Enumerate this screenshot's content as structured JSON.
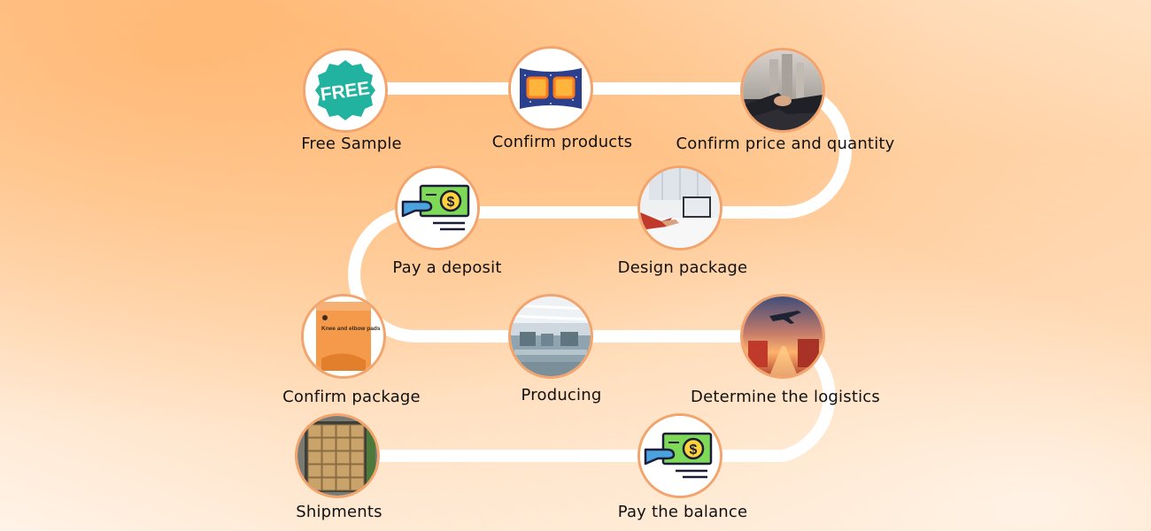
{
  "steps": [
    {
      "label": "Free Sample",
      "badge": "FREE",
      "icon": "free-badge-icon"
    },
    {
      "label": "Confirm products",
      "icon": "heat-pad-product-icon"
    },
    {
      "label": "Confirm price and quantity",
      "icon": "handshake-photo"
    },
    {
      "label": "Design package",
      "icon": "laptop-desk-photo"
    },
    {
      "label": "Pay a deposit",
      "icon": "hand-money-icon"
    },
    {
      "label": "Confirm package",
      "package_text": "Knee and elbow pads",
      "icon": "package-photo"
    },
    {
      "label": "Producing",
      "icon": "factory-photo"
    },
    {
      "label": "Determine the logistics",
      "icon": "airplane-logistics-photo"
    },
    {
      "label": "Pay the balance",
      "icon": "hand-money-icon"
    },
    {
      "label": "Shipments",
      "icon": "container-cargo-photo"
    }
  ],
  "colors": {
    "node_border": "#f3a46c",
    "path": "#ffffff",
    "money_green": "#7ed957",
    "coin_yellow": "#ffd43b",
    "hand_blue": "#4aa3df",
    "free_teal": "#21b3a0",
    "package_orange": "#f49a4a"
  }
}
